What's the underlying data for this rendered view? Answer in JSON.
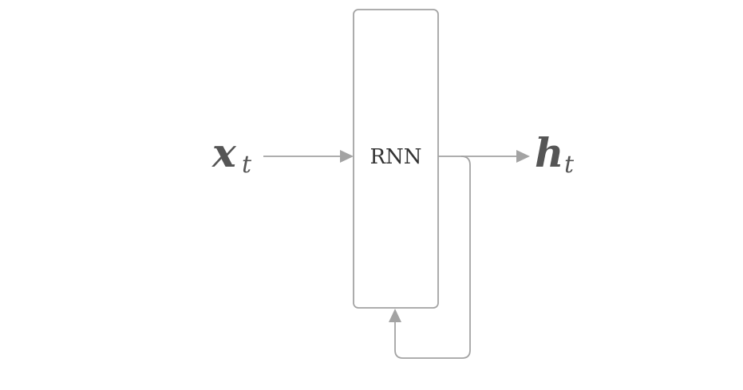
{
  "diagram": {
    "input": {
      "symbol": "x",
      "subscript": "t"
    },
    "block": {
      "label": "RNN"
    },
    "output": {
      "symbol": "h",
      "subscript": "t"
    },
    "colors": {
      "stroke": "#a3a3a3",
      "text": "#555555",
      "block_label": "#333333"
    }
  }
}
